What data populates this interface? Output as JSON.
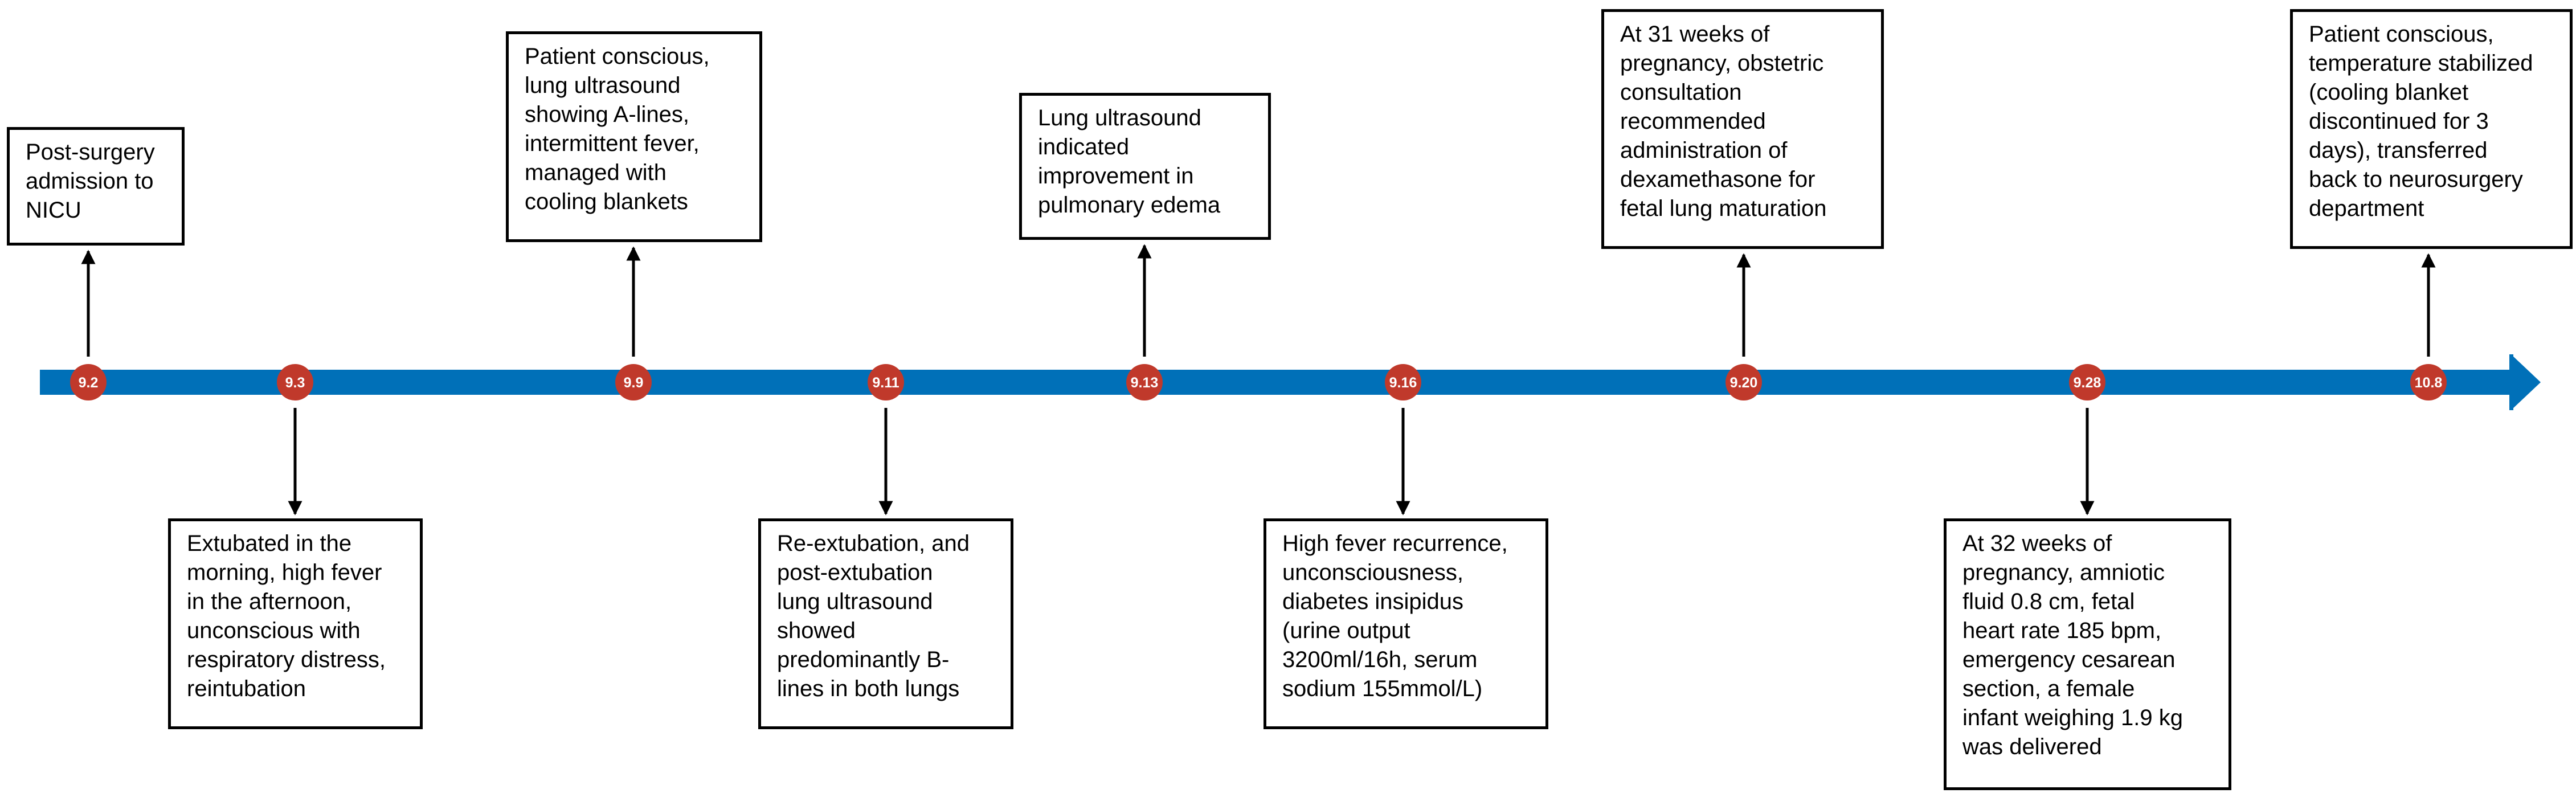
{
  "colors": {
    "axis": "#0070b8",
    "marker": "#c0392b",
    "marker_text": "#ffffff",
    "box_border": "#000000",
    "arrow": "#000000"
  },
  "events": [
    {
      "date": "9.2",
      "side": "above",
      "text": "Post-surgery\nadmission to\nNICU"
    },
    {
      "date": "9.3",
      "side": "below",
      "text": "Extubated in the\nmorning, high fever\nin the afternoon,\nunconscious with\nrespiratory distress,\nreintubation"
    },
    {
      "date": "9.9",
      "side": "above",
      "text": "Patient conscious,\nlung ultrasound\nshowing A-lines,\nintermittent fever,\nmanaged with\ncooling blankets"
    },
    {
      "date": "9.11",
      "side": "below",
      "text": "Re-extubation, and\npost-extubation\nlung ultrasound\nshowed\npredominantly B-\nlines in both lungs"
    },
    {
      "date": "9.13",
      "side": "above",
      "text": "Lung ultrasound\nindicated\nimprovement in\npulmonary edema"
    },
    {
      "date": "9.16",
      "side": "below",
      "text": "High fever recurrence,\nunconsciousness,\ndiabetes insipidus\n(urine output\n3200ml/16h, serum\nsodium 155mmol/L)"
    },
    {
      "date": "9.20",
      "side": "above",
      "text": "At 31 weeks of\npregnancy, obstetric\nconsultation\nrecommended\nadministration of\ndexamethasone for\nfetal lung maturation"
    },
    {
      "date": "9.28",
      "side": "below",
      "text": "At 32 weeks of\npregnancy, amniotic\nfluid 0.8 cm, fetal\nheart rate 185 bpm,\nemergency cesarean\nsection, a female\ninfant weighing 1.9 kg\nwas delivered"
    },
    {
      "date": "10.8",
      "side": "above",
      "text": "Patient conscious,\ntemperature stabilized\n(cooling blanket\ndiscontinued for 3\ndays), transferred\nback to neurosurgery\ndepartment"
    }
  ]
}
